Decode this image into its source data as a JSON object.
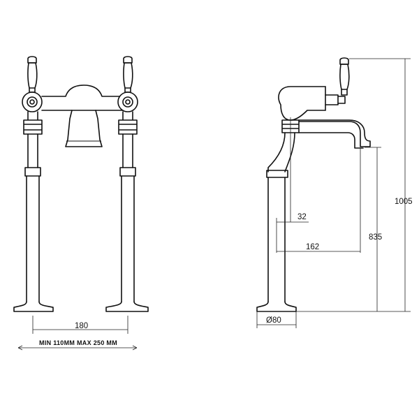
{
  "dimensions": {
    "centres": "180",
    "centres_range": "MIN 110MM  MAX 250 MM",
    "base_diameter": "Ø80",
    "outlet_offset": "32",
    "spout_reach": "162",
    "spout_height": "835",
    "overall_height": "1005"
  }
}
